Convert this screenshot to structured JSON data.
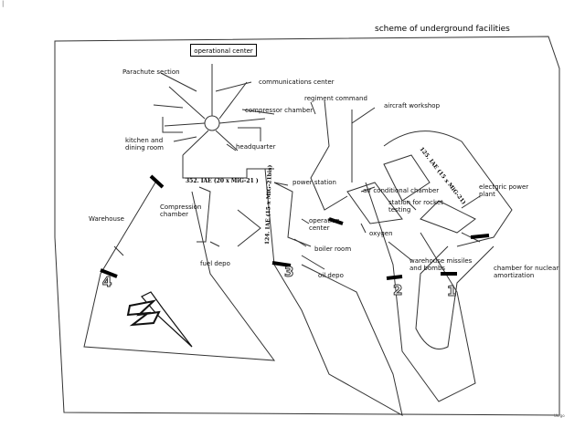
{
  "title": "scheme of underground facilities",
  "top_tick": "|",
  "credit": "Ukfgo",
  "labels": {
    "operational_center": "operational center",
    "parachute_section": "Parachute section",
    "communications_center": "communications center",
    "compressor_chamber": "compressor chamber",
    "regiment_command": "regiment command",
    "aircraft_workshop": "aircraft workshop",
    "kitchen_dining": "kitchen and dining room",
    "headquarter": "headquarter",
    "compression_chamber": "Compression chamber",
    "power_station": "power station",
    "air_conditional_chamber": "air conditional chamber",
    "station_rocket_testing": "station for rocket testing",
    "electric_power_plant": "electgric power plant",
    "warehouse": "Warehouse",
    "operation_center": "operation center",
    "oxygen": "oxygen",
    "boiler_room": "boiler room",
    "fuel_depo": "fuel depo",
    "oil_depo": "oil depo",
    "warehouse_missiles": "warehouse missiles and bombs",
    "chamber_nuclear": "chamber for nuclear amortization"
  },
  "units": {
    "iae_352": "352. IAE (20 x MiG-21 )",
    "iae_124": "124. IAE (15 x MiG-21bis)",
    "iae_125": "125. IAE (15 x MiG-21)"
  },
  "entrances": [
    "1",
    "2",
    "3",
    "4"
  ]
}
